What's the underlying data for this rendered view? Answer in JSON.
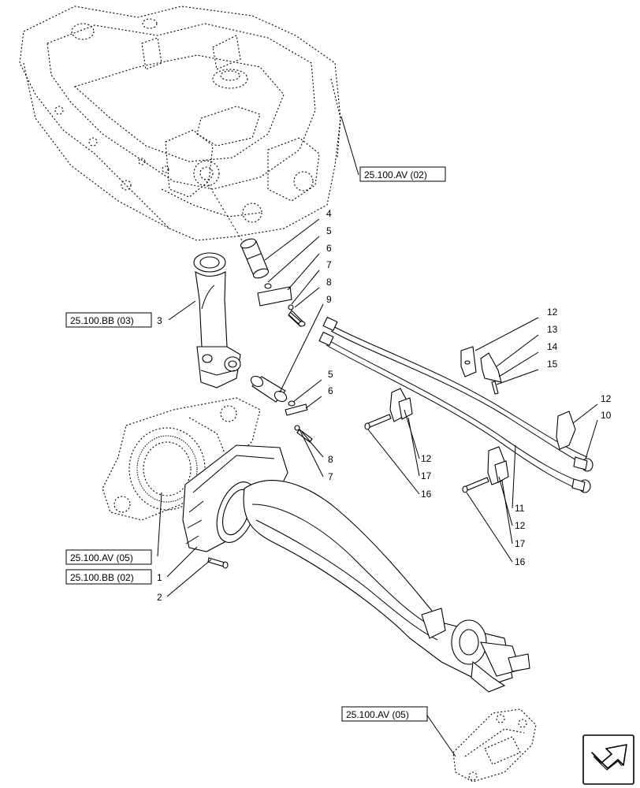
{
  "references": {
    "ref_hitch_frame": "25.100.AV (02)",
    "ref_cylinder": "25.100.BB (03)",
    "ref_axle_gear": "25.100.AV (05)",
    "ref_axle_housing": "25.100.BB (02)",
    "ref_bottom": "25.100.AV (05)"
  },
  "callouts": {
    "c1": "1",
    "c2": "2",
    "c3": "3",
    "c4": "4",
    "c5a": "5",
    "c6a": "6",
    "c7a": "7",
    "c8a": "8",
    "c9": "9",
    "c5b": "5",
    "c6b": "6",
    "c8b": "8",
    "c7b": "7",
    "c12a": "12",
    "c13": "13",
    "c14": "14",
    "c15": "15",
    "c12b": "12",
    "c10": "10",
    "c12c": "12",
    "c17a": "17",
    "c16a": "16",
    "c11": "11",
    "c12d": "12",
    "c17b": "17",
    "c16b": "16"
  },
  "icons": {
    "nav": "arrow-next-icon"
  },
  "colors": {
    "line": "#000000",
    "background": "#ffffff"
  }
}
